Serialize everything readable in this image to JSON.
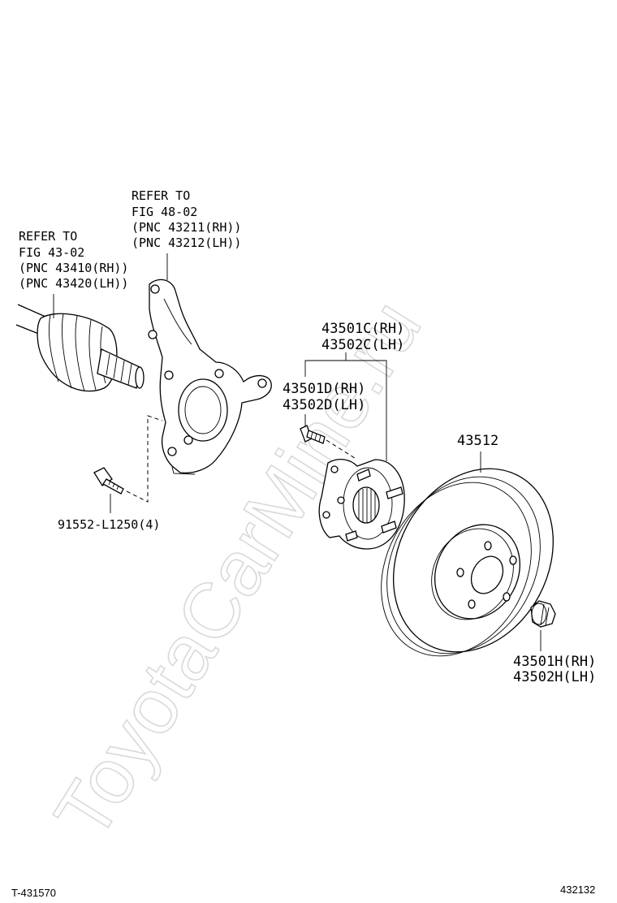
{
  "watermark": "ToyotaCarMine.ru",
  "labels": {
    "knuckle_ref": [
      "REFER TO",
      "FIG 48-02",
      "(PNC 43211(RH))",
      "(PNC 43212(LH))"
    ],
    "driveshaft_ref": [
      "REFER TO",
      "FIG 43-02",
      "(PNC 43410(RH))",
      "(PNC 43420(LH))"
    ],
    "hub_bearing": [
      "43501C(RH)",
      "43502C(LH)"
    ],
    "hub_bolt": [
      "43501D(RH)",
      "43502D(LH)"
    ],
    "disc": "43512",
    "knuckle_bolt": "91552-L1250(4)",
    "nut": [
      "43501H(RH)",
      "43502H(LH)"
    ]
  },
  "footer": {
    "left_code": "T-431570",
    "right_code": "432132"
  }
}
